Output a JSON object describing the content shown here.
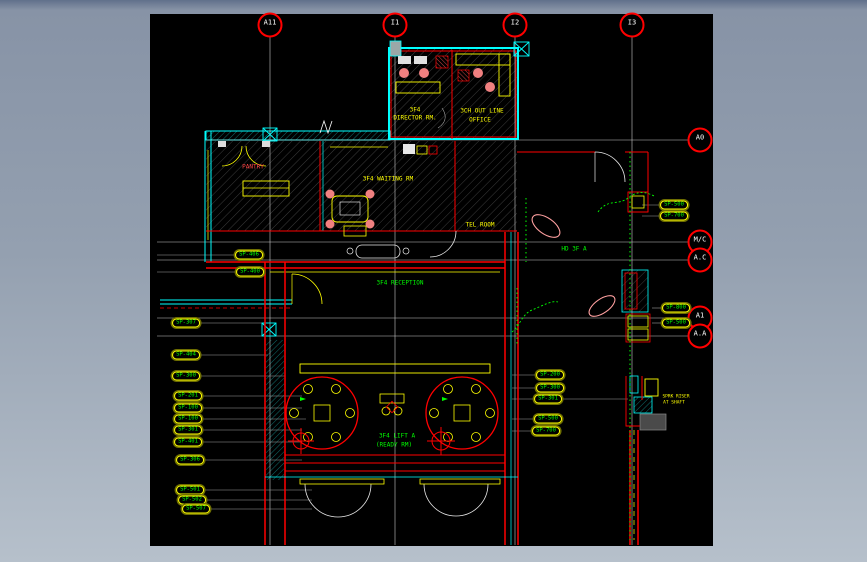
{
  "colors": {
    "background_top": "#60708b",
    "background_bottom": "#b6c0cb",
    "canvas": "#000000",
    "wall_red": "#ff0000",
    "wall_cyan": "#00ffff",
    "fixture_yellow": "#ffff00",
    "sprinkler_green": "#00ff00",
    "chair_pink": "#f08080",
    "revision_cloud_pink": "#ffa0a0",
    "marker_red": "#ff0000",
    "leader_gray": "#9e9e9e"
  },
  "grid_markers": {
    "top": [
      {
        "label": "A11"
      },
      {
        "label": "I1"
      },
      {
        "label": "I2"
      },
      {
        "label": "I3"
      }
    ],
    "right": [
      {
        "label": "A0"
      },
      {
        "label": "M/C"
      },
      {
        "label": "A.C"
      },
      {
        "label": "A1"
      },
      {
        "label": "A.A"
      }
    ]
  },
  "tags": {
    "left": [
      {
        "label": "SP-406"
      },
      {
        "label": "SP-400"
      },
      {
        "label": "SP-307"
      },
      {
        "label": "SP-404"
      },
      {
        "label": "SP-300"
      },
      {
        "label": "SP-201"
      },
      {
        "label": "SP-100"
      },
      {
        "label": "SP-100"
      },
      {
        "label": "SP-301"
      },
      {
        "label": "SP-401"
      },
      {
        "label": "SP-306"
      },
      {
        "label": "SP-501"
      },
      {
        "label": "SP-502"
      },
      {
        "label": "SP-507"
      }
    ],
    "right_mid": [
      {
        "label": "SP-200"
      },
      {
        "label": "SP-300"
      },
      {
        "label": "SP-301"
      },
      {
        "label": "SP-500"
      },
      {
        "label": "SP-700"
      }
    ],
    "right_far": [
      {
        "label": "SP-500"
      },
      {
        "label": "SP-700"
      },
      {
        "label": "SP-800"
      },
      {
        "label": "SP-500"
      }
    ]
  },
  "annotations": {
    "pantry": "PANTRY",
    "floor": "3F4",
    "director": "DIRECTOR RM.",
    "outline": "3CH OUT LINE",
    "office": "OFFICE",
    "waiting": "3F4 WAITING RM",
    "tel_room": "TEL ROOM",
    "reception": "3F4 RECEPTION",
    "hd": "HD 3F A",
    "lift": "3F4 LIFT A",
    "ready": "(READY RM)",
    "riser_note_1": "SPRK RISER",
    "riser_note_2": "AT SHAFT"
  }
}
